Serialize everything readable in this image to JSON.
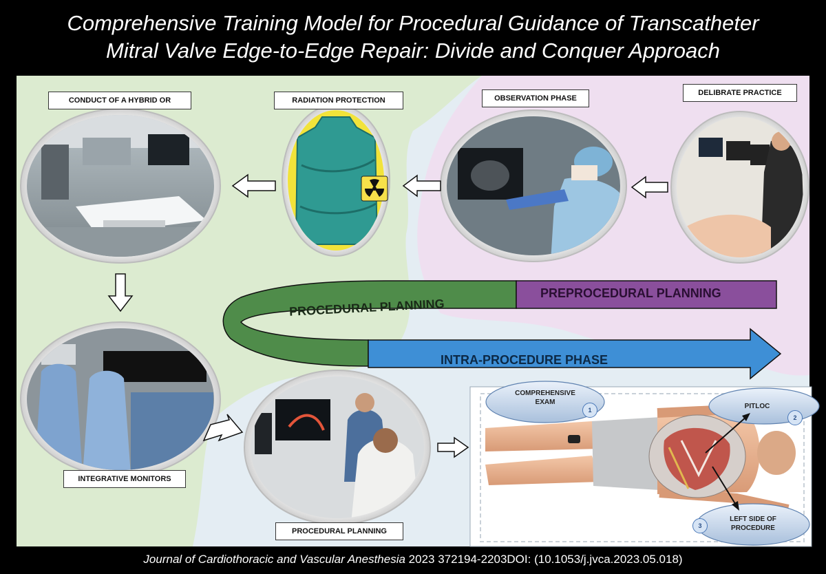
{
  "title": {
    "line1": "Comprehensive Training Model for Procedural Guidance of Transcatheter",
    "line2": "Mitral Valve Edge-to-Edge Repair: Divide and Conquer Approach"
  },
  "footer": {
    "journal": "Journal of Cardiothoracic and Vascular Anesthesia",
    "citation": " 2023 372194-2203DOI: (10.1053/j.jvca.2023.05.018)"
  },
  "labels": {
    "conduct_or": "CONDUCT OF A HYBRID OR",
    "radiation": "RADIATION PROTECTION",
    "observation": "OBSERVATION PHASE",
    "deliberate": "DELIBRATE PRACTICE",
    "integrative": "INTEGRATIVE MONITORS",
    "procedural_bottom": "PROCEDURAL PLANNING"
  },
  "bands": {
    "procedural": "PROCEDURAL PLANNING",
    "preprocedural": "PREPROCEDURAL PLANNING",
    "intra": "INTRA-PROCEDURE PHASE"
  },
  "exam_steps": [
    {
      "label": "COMPREHENSIVE\nEXAM",
      "number": "1"
    },
    {
      "label": "PITLOC",
      "number": "2"
    },
    {
      "label": "LEFT SIDE OF\nPROCEDURE",
      "number": "3"
    }
  ],
  "icons": {
    "radiation": "radiation-hazard-icon"
  },
  "colors": {
    "green_region": "#dcebd0",
    "pink_region": "#efdff0",
    "blue_region": "#e3ecf4",
    "procedural_band": "#4f8c4a",
    "preprocedural_band": "#8a4f9c",
    "intra_band": "#3e8fd6"
  }
}
